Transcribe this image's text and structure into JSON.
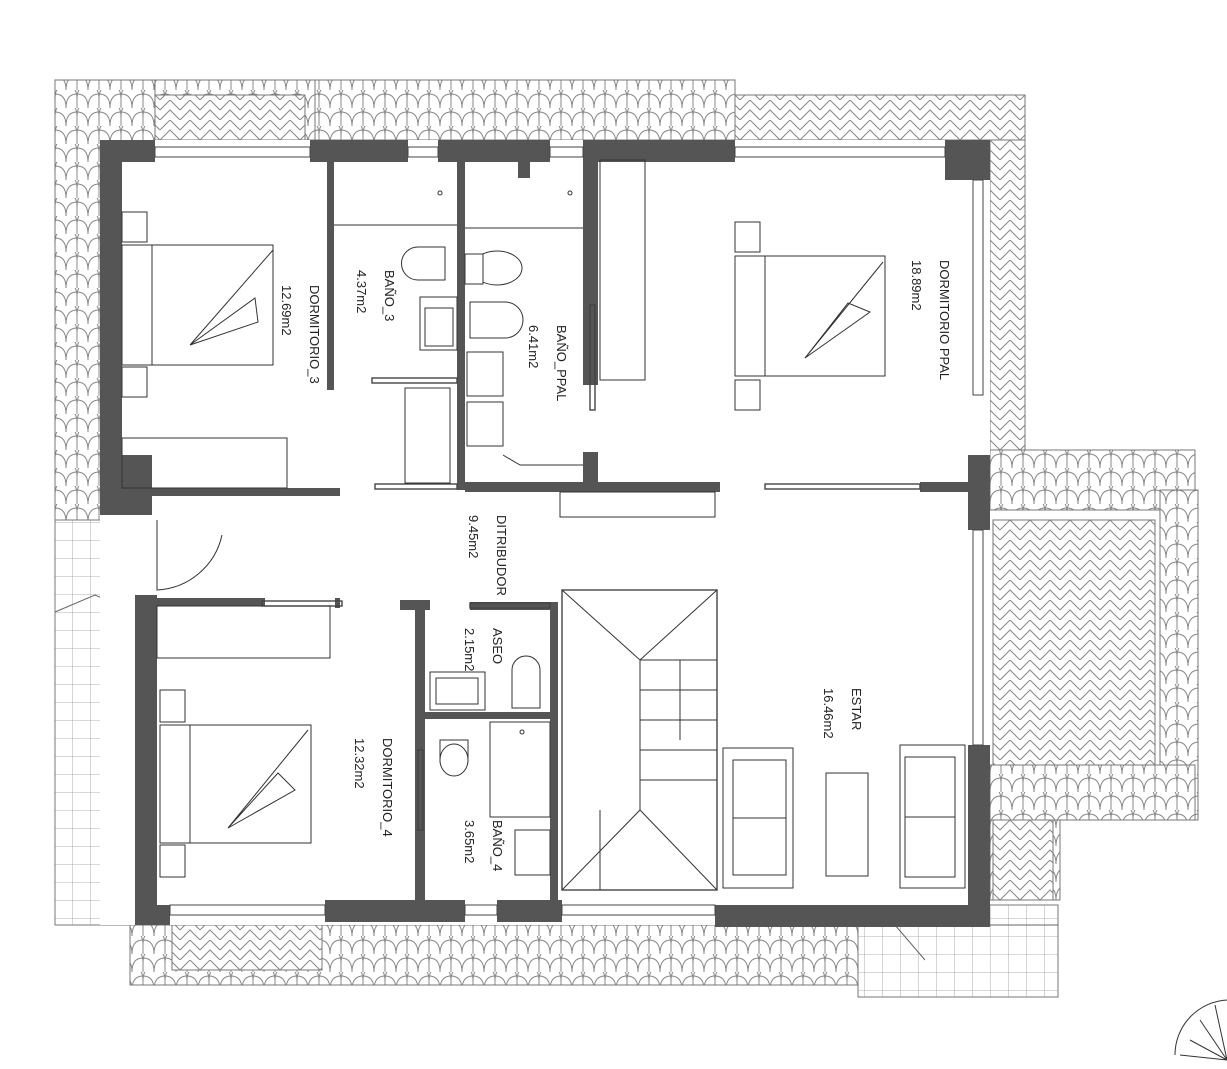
{
  "colors": {
    "wall": "#555555",
    "line": "#333333",
    "background": "#ffffff"
  },
  "rooms": {
    "dormitorio_3": {
      "name": "DORMITORIO_3",
      "area": "12.69m2"
    },
    "bano_3": {
      "name": "BAÑO_3",
      "area": "4.37m2"
    },
    "bano_ppal": {
      "name": "BAÑO_PPAL",
      "area": "6.41m2"
    },
    "dormitorio_ppal": {
      "name": "DORMITORIO PPAL",
      "area": "18.89m2"
    },
    "distribuidor": {
      "name": "DITRIBUDOR",
      "area": "9.45m2"
    },
    "aseo": {
      "name": "ASEO",
      "area": "2.15m2"
    },
    "dormitorio_4": {
      "name": "DORMITORIO_4",
      "area": "12.32m2"
    },
    "bano_4": {
      "name": "BAÑO_4",
      "area": "3.65m2"
    },
    "estar": {
      "name": "ESTAR",
      "area": "16.46m2"
    }
  },
  "icons": [
    "roof-tiles",
    "bed",
    "toilet",
    "sink",
    "sofa",
    "stair",
    "door-swing",
    "north-arrow"
  ]
}
